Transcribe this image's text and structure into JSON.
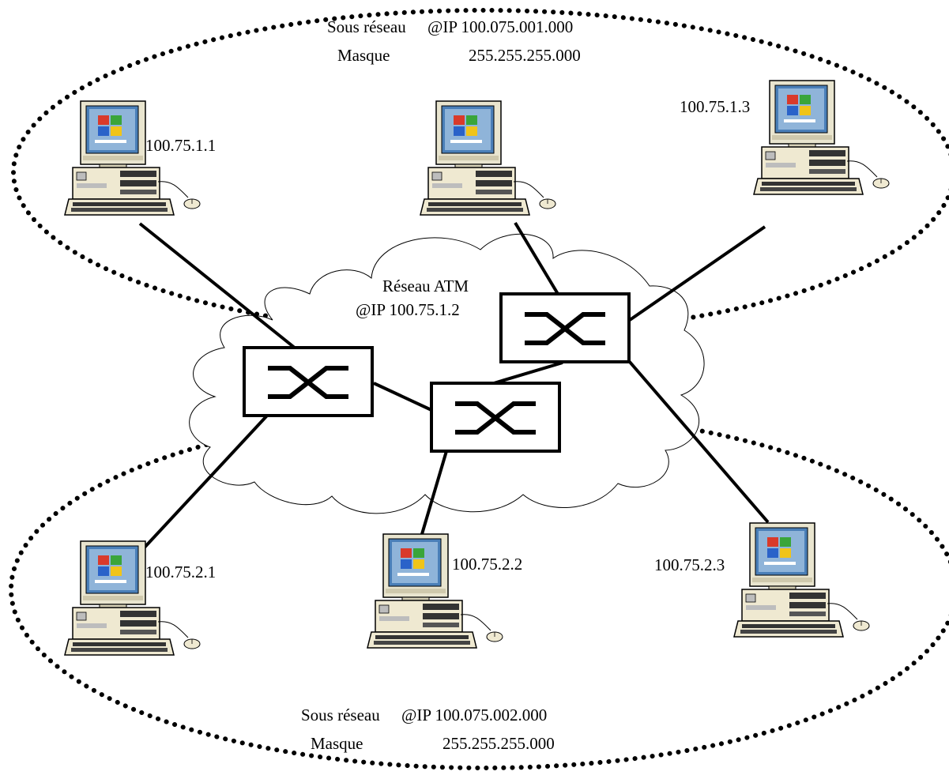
{
  "subnet_top": {
    "line1_prefix": "Sous réseau",
    "line1_ip": "@IP 100.075.001.000",
    "line2_label": "Masque",
    "line2_mask": "255.255.255.000"
  },
  "subnet_bottom": {
    "line1_prefix": "Sous réseau",
    "line1_ip": "@IP 100.075.002.000",
    "line2_label": "Masque",
    "line2_mask": "255.255.255.000"
  },
  "atm": {
    "title": "Réseau ATM",
    "ip": "@IP 100.75.1.2"
  },
  "hosts": {
    "h1": "100.75.1.1",
    "h3": "100.75.1.3",
    "h4": "100.75.2.1",
    "h5": "100.75.2.2",
    "h6": "100.75.2.3"
  }
}
